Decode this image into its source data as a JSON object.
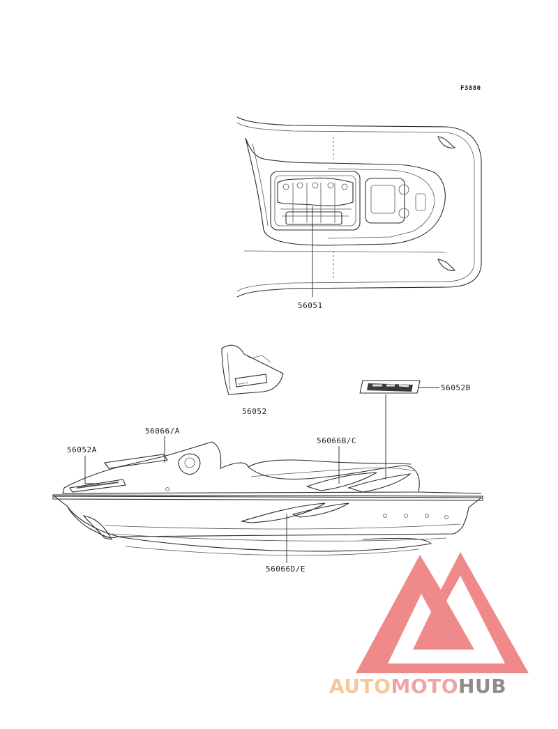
{
  "figure_code": "F3880",
  "part_labels": {
    "p56051": "56051",
    "p56052": "56052",
    "p56052B": "56052B",
    "p56052A": "56052A",
    "p56066A": "56066/A",
    "p56066BC": "56066B/C",
    "p56066DE": "56066D/E"
  },
  "watermark": {
    "part1": "AUTO",
    "part2": "MOTO",
    "part3": "HUB",
    "color_auto": "#f6c79a",
    "color_moto": "#f3a3a3",
    "color_hub": "#8c8c8c",
    "color_triangle": "#f08a8a"
  }
}
